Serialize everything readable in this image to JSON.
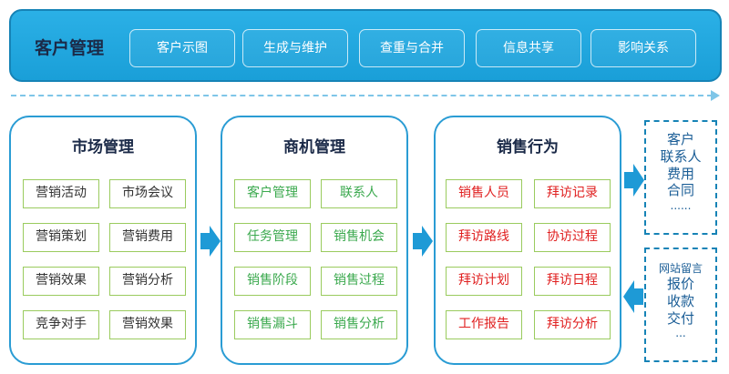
{
  "header": {
    "title": "客户管理",
    "nav": [
      "客户示图",
      "生成与维护",
      "查重与合并",
      "信息共享",
      "影响关系"
    ]
  },
  "panels": [
    {
      "title": "市场管理",
      "items": [
        "营销活动",
        "市场会议",
        "营销策划",
        "营销费用",
        "营销效果",
        "营销分析",
        "竞争对手",
        "营销效果"
      ]
    },
    {
      "title": "商机管理",
      "items": [
        "客户管理",
        "联系人",
        "任务管理",
        "销售机会",
        "销售阶段",
        "销售过程",
        "销售漏斗",
        "销售分析"
      ]
    },
    {
      "title": "销售行为",
      "items": [
        "销售人员",
        "拜访记录",
        "拜访路线",
        "协访过程",
        "拜访计划",
        "拜访日程",
        "工作报告",
        "拜访分析"
      ]
    }
  ],
  "side_top": [
    "客户",
    "联系人",
    "费用",
    "合同",
    "......"
  ],
  "side_bottom": [
    "网站留言",
    "报价",
    "收款",
    "交付",
    "..."
  ],
  "colors": {
    "banner": "#1a9fd8",
    "panel_border": "#2a9cd4",
    "box_border": "#9acb5e",
    "green_text": "#3ba94e",
    "red_text": "#e02020",
    "arrow": "#1e9ad6"
  }
}
